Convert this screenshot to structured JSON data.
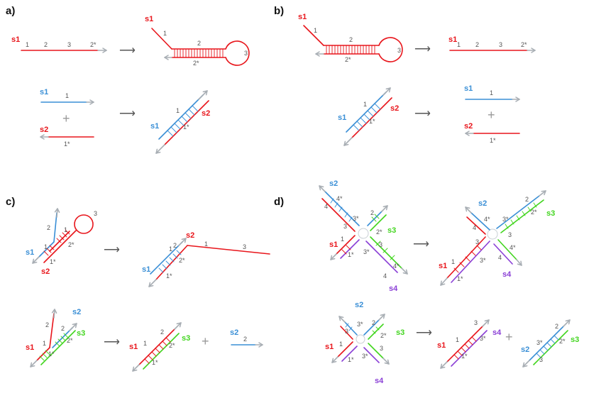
{
  "panels": {
    "a": "a)",
    "b": "b)",
    "c": "c)",
    "d": "d)"
  },
  "strands": {
    "s1": "s1",
    "s2": "s2",
    "s3": "s3",
    "s4": "s4"
  },
  "domains": {
    "d1": "1",
    "d2": "2",
    "d3": "3",
    "d4": "4",
    "d1c": "1*",
    "d2c": "2*",
    "d3c": "3*",
    "d4c": "4*"
  },
  "colors": {
    "s1": "#e8151b",
    "s2": "#3a8fd6",
    "s3": "#42d51f",
    "s4": "#8a3fd6",
    "arrow": "#a8aeb4"
  }
}
